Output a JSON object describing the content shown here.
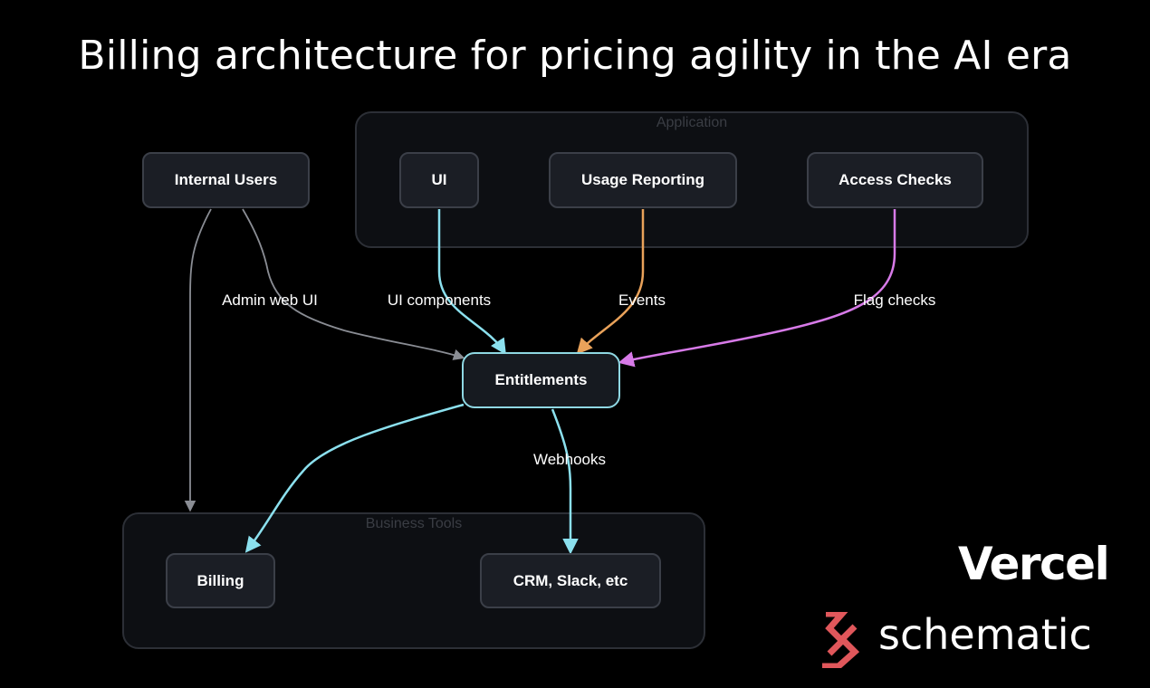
{
  "title": "Billing architecture for pricing agility in the AI era",
  "groups": {
    "application": {
      "label": "Application"
    },
    "business_tools": {
      "label": "Business Tools"
    }
  },
  "nodes": {
    "internal_users": "Internal Users",
    "ui": "UI",
    "usage_reporting": "Usage Reporting",
    "access_checks": "Access Checks",
    "entitlements": "Entitlements",
    "billing": "Billing",
    "crm": "CRM, Slack, etc"
  },
  "edges": {
    "admin_web_ui": "Admin web UI",
    "ui_components": "UI components",
    "events": "Events",
    "flag_checks": "Flag checks",
    "webhooks": "Webhooks"
  },
  "colors": {
    "cyan": "#8be0ee",
    "orange": "#e9a25a",
    "purple": "#d77ae8",
    "gray": "#8a8d94",
    "schematic_red": "#e0575b"
  },
  "brands": {
    "vercel": "Vercel",
    "schematic": "schematic"
  }
}
